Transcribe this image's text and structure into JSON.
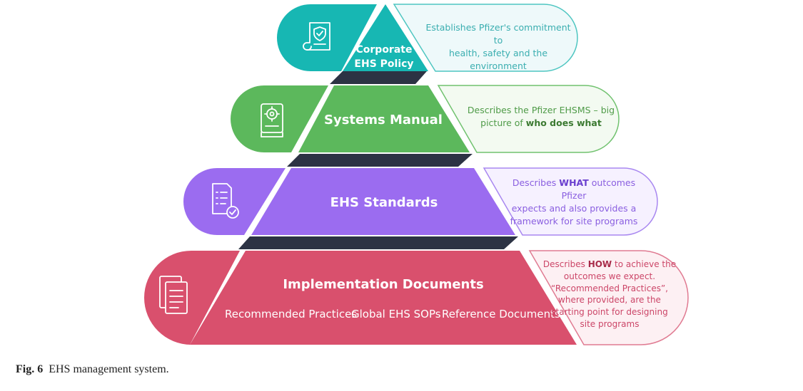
{
  "tiers": [
    {
      "title_line1": "Corporate",
      "title_line2": "EHS Policy",
      "desc_line1": "Establishes Pfizer's commitment to",
      "desc_line2": "health, safety and the environment",
      "icon": "policy-scroll-shield-icon",
      "color": "#17b7b3"
    },
    {
      "title": "Systems Manual",
      "desc_line1": "Describes the Pfizer EHSMS – big",
      "desc_line2_pre": "picture of ",
      "desc_line2_bold": "who does what",
      "icon": "manual-gear-book-icon",
      "color": "#5cb85c"
    },
    {
      "title": "EHS Standards",
      "desc_line1_pre": "Describes ",
      "desc_line1_bold": "WHAT",
      "desc_line1_post": " outcomes Pfizer",
      "desc_line2": "expects and also provides a",
      "desc_line3": "framework for site programs",
      "icon": "checklist-document-icon",
      "color": "#9b6cf0"
    },
    {
      "title": "Implementation Documents",
      "items": [
        "Recommended Practices",
        "Global EHS SOPs",
        "Reference Documents"
      ],
      "desc_line1_pre": "Describes ",
      "desc_line1_bold": "HOW",
      "desc_line1_post": " to achieve the",
      "desc_line2": "outcomes we expect.",
      "desc_line3": "“Recommended Practices”,",
      "desc_line4": "where provided, are the",
      "desc_line5": "starting point for designing",
      "desc_line6": "site programs",
      "icon": "stacked-documents-icon",
      "color": "#d9506d"
    }
  ],
  "caption": {
    "label": "Fig. 6",
    "text": "EHS management system."
  }
}
